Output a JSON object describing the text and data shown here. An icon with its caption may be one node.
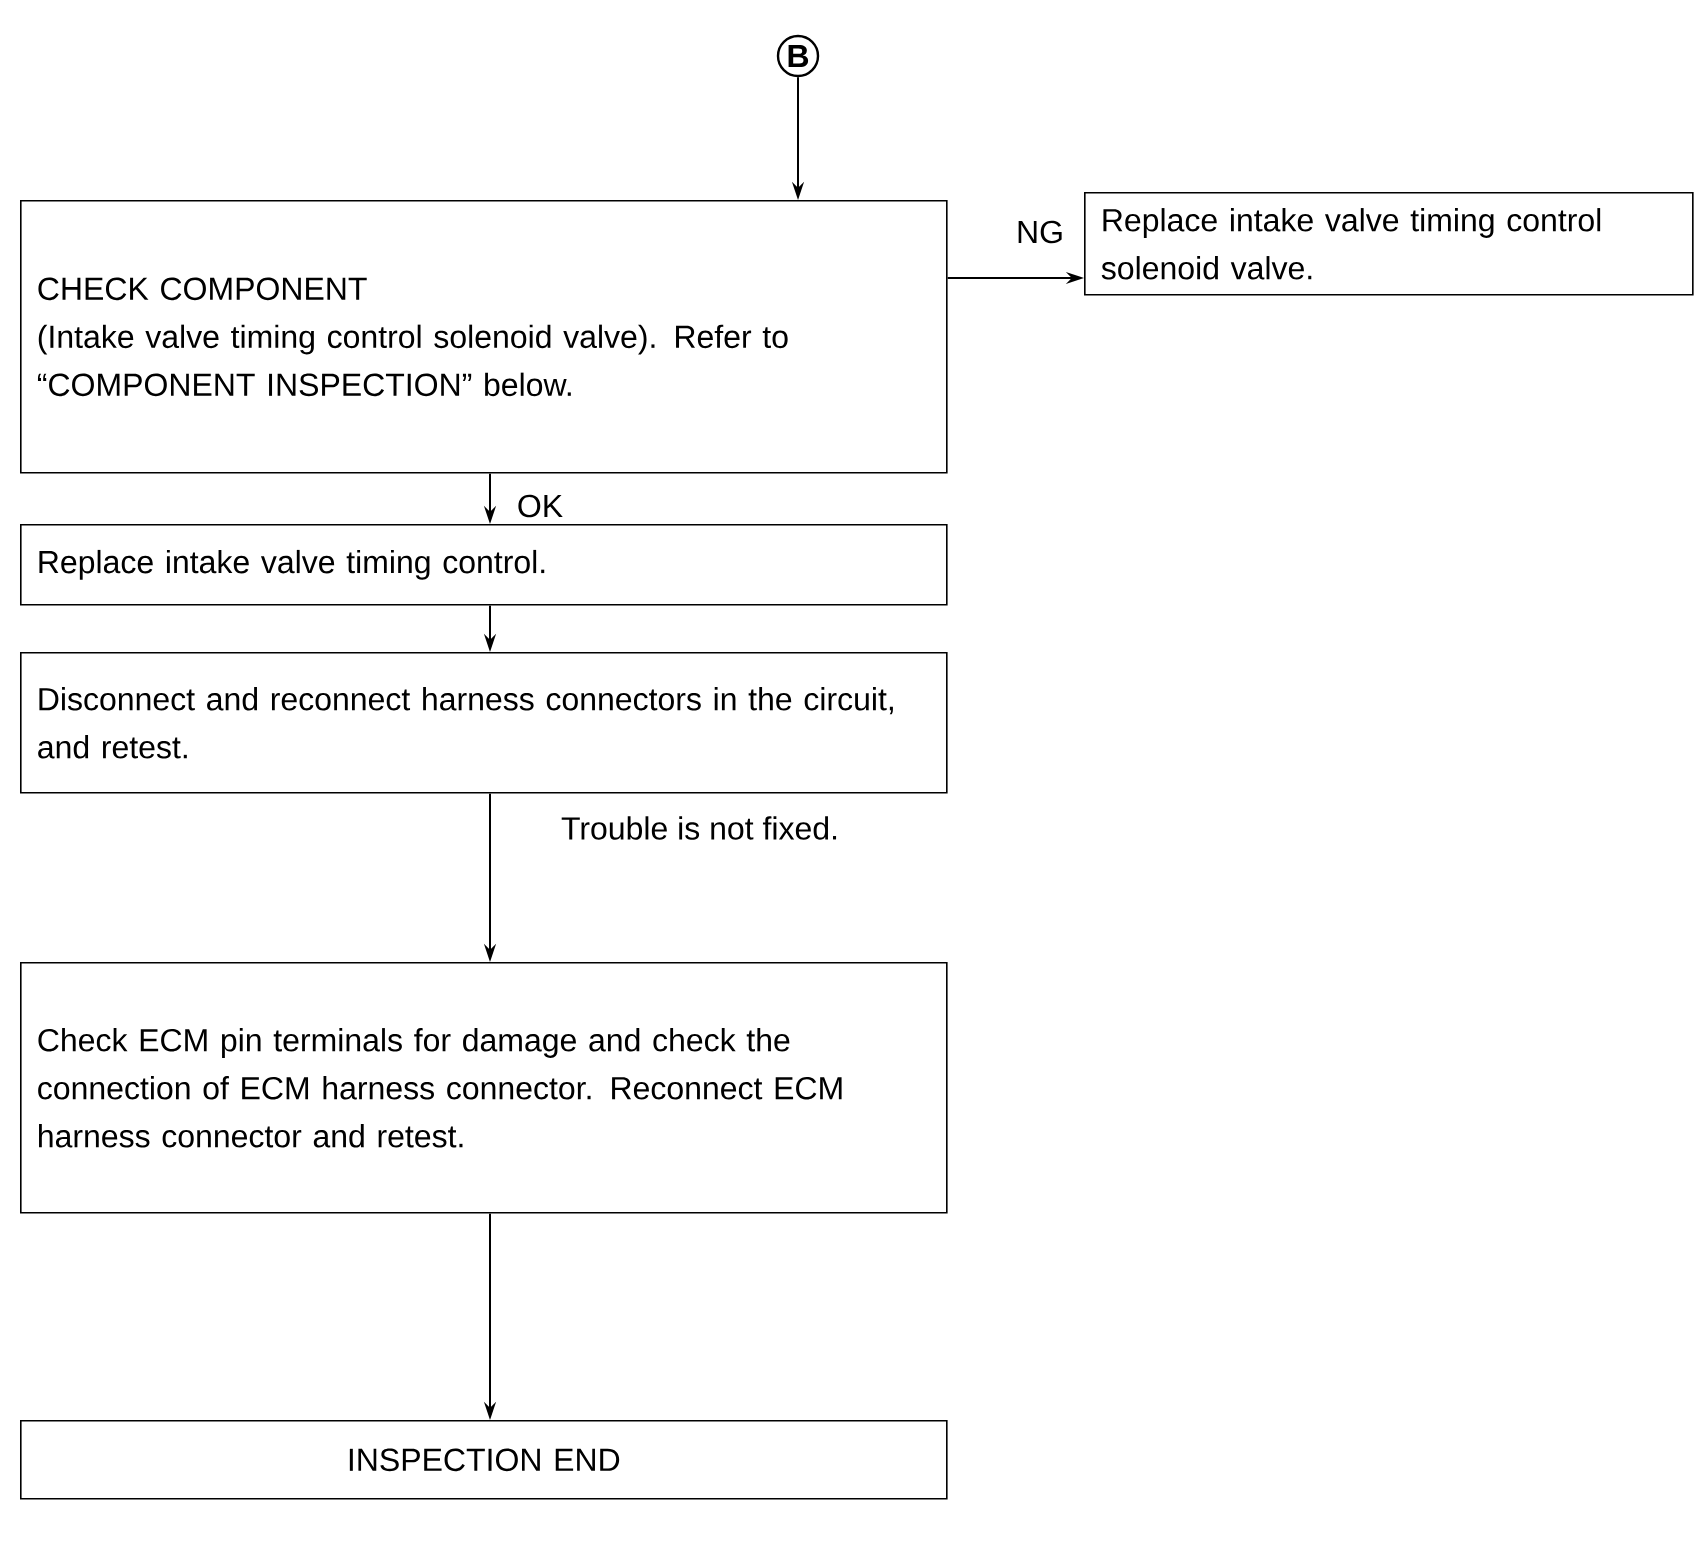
{
  "diagram": {
    "nodes": [
      {
        "text": [
          "B"
        ]
      },
      {
        "text": [
          "CHECK COMPONENT",
          "(Intake valve timing control solenoid valve). Refer to “COMPONENT INSPECTION” below."
        ]
      },
      {
        "text": [
          "Replace intake valve timing control solenoid valve."
        ]
      },
      {
        "text": [
          "Replace intake valve timing control."
        ]
      },
      {
        "text": [
          "Disconnect and reconnect harness connectors in the circuit, and retest."
        ]
      },
      {
        "text": [
          "Check ECM pin terminals for damage and check the connection of ECM harness connector. Reconnect ECM harness connector and retest."
        ]
      },
      {
        "text": [
          "INSPECTION END"
        ]
      }
    ],
    "edges": [
      {
        "from": 0,
        "to": 1,
        "arrow": "to"
      },
      {
        "from": 1,
        "to": 2,
        "arrow": "to",
        "label": "NG"
      },
      {
        "from": 1,
        "to": 3,
        "arrow": "to",
        "label": "OK"
      },
      {
        "from": 3,
        "to": 4,
        "arrow": "to"
      },
      {
        "from": 4,
        "to": 5,
        "arrow": "to",
        "label": "Trouble is not fixed."
      },
      {
        "from": 5,
        "to": 6,
        "arrow": "to"
      }
    ]
  }
}
